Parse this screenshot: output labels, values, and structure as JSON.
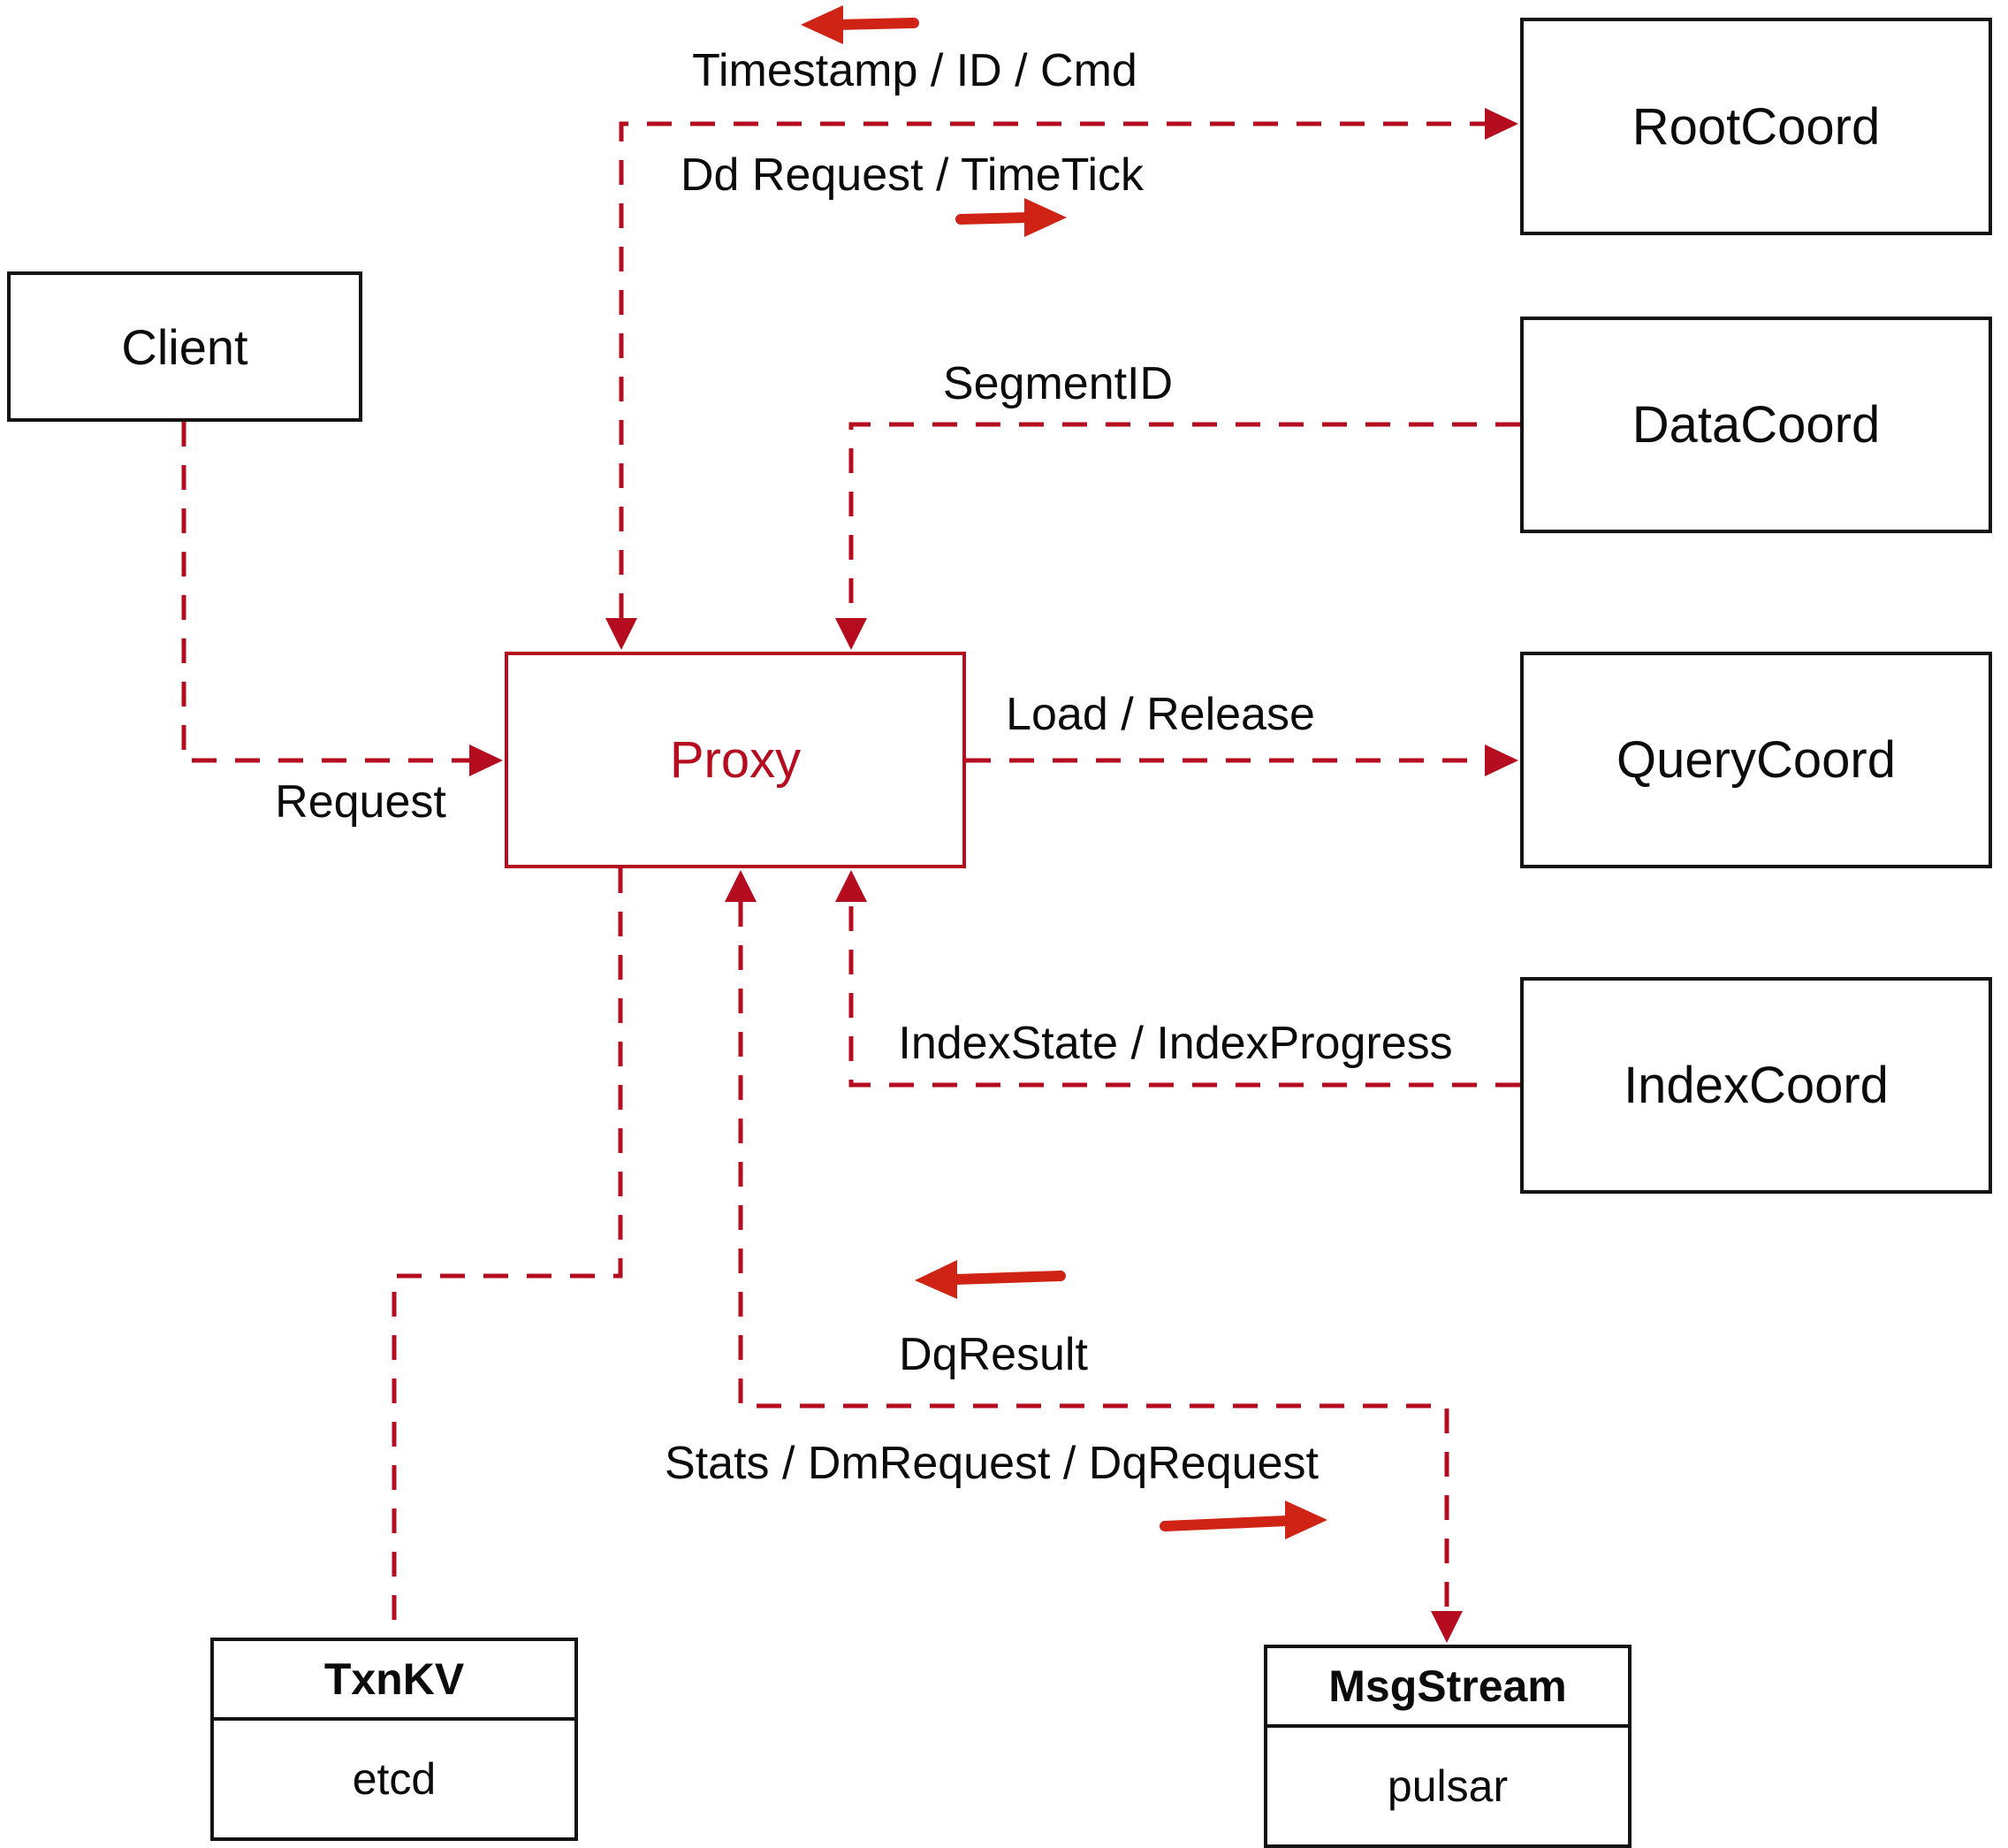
{
  "colors": {
    "connector": "#b50d1f",
    "solid_arrow": "#cf2315",
    "box_border": "#141414",
    "text": "#0b0b0b",
    "background": "#ffffff",
    "proxy_accent": "#b50d1f"
  },
  "nodes": {
    "client": {
      "label": "Client"
    },
    "rootcoord": {
      "label": "RootCoord"
    },
    "datacoord": {
      "label": "DataCoord"
    },
    "querycoord": {
      "label": "QueryCoord"
    },
    "indexcoord": {
      "label": "IndexCoord"
    },
    "proxy": {
      "label": "Proxy"
    },
    "txnkv": {
      "title": "TxnKV",
      "value": "etcd"
    },
    "msgstream": {
      "title": "MsgStream",
      "value": "pulsar"
    }
  },
  "edge_labels": {
    "request": "Request",
    "timestamp_id_cmd": "Timestamp / ID / Cmd",
    "dd_request_timetick": "Dd Request / TimeTick",
    "segment_id": "SegmentID",
    "load_release": "Load / Release",
    "index_state_progress": "IndexState / IndexProgress",
    "dq_result": "DqResult",
    "stats_dm_dq": "Stats / DmRequest / DqRequest"
  },
  "edges": [
    {
      "from": "Client",
      "to": "Proxy",
      "label_key": "request",
      "style": "dashed",
      "arrowheads": [
        "into-proxy"
      ]
    },
    {
      "from": "Proxy",
      "to": "RootCoord",
      "label_keys": [
        "timestamp_id_cmd",
        "dd_request_timetick"
      ],
      "style": "dashed",
      "arrowheads": [
        "into-proxy",
        "into-rootcoord"
      ],
      "direction_hints": {
        "timestamp_id_cmd": "left",
        "dd_request_timetick": "right"
      }
    },
    {
      "from": "DataCoord",
      "to": "Proxy",
      "label_key": "segment_id",
      "style": "dashed",
      "arrowheads": [
        "into-proxy"
      ]
    },
    {
      "from": "Proxy",
      "to": "QueryCoord",
      "label_key": "load_release",
      "style": "dashed",
      "arrowheads": [
        "into-querycoord"
      ]
    },
    {
      "from": "IndexCoord",
      "to": "Proxy",
      "label_key": "index_state_progress",
      "style": "dashed",
      "arrowheads": [
        "into-proxy"
      ]
    },
    {
      "from": "Proxy",
      "to": "MsgStream",
      "label_keys": [
        "dq_result",
        "stats_dm_dq"
      ],
      "style": "dashed",
      "arrowheads": [
        "into-proxy",
        "into-msgstream"
      ],
      "direction_hints": {
        "dq_result": "left",
        "stats_dm_dq": "right"
      }
    },
    {
      "from": "Proxy",
      "to": "TxnKV",
      "style": "dashed",
      "arrowheads": []
    }
  ]
}
